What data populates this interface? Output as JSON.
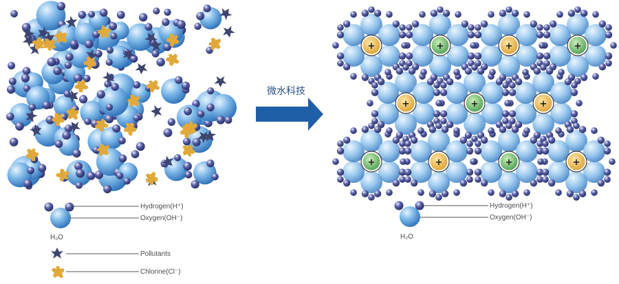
{
  "diagram": {
    "arrow_label": "微水科技",
    "left_legend": {
      "hydrogen": "Hydrogen(H⁺)",
      "oxygen": "Oxygen(OH⁻)",
      "water": "H₂O",
      "pollutants": "Pollutants",
      "chlorine": "Chlorine(Cl⁻)"
    },
    "right_legend": {
      "hydrogen": "Hydrogen(H⁺)",
      "oxygen": "Oxygen(OH⁻)",
      "water": "H₂O"
    },
    "ion_sign": "+",
    "colors": {
      "water_blue": "#4a9ad8",
      "hydrogen_dark": "#2e3570",
      "pollutant": "#3d4470",
      "chlorine": "#e0a93a",
      "ion_yellow": "#e0a530",
      "ion_green": "#5aa85a",
      "arrow": "#1f5fa8"
    }
  }
}
